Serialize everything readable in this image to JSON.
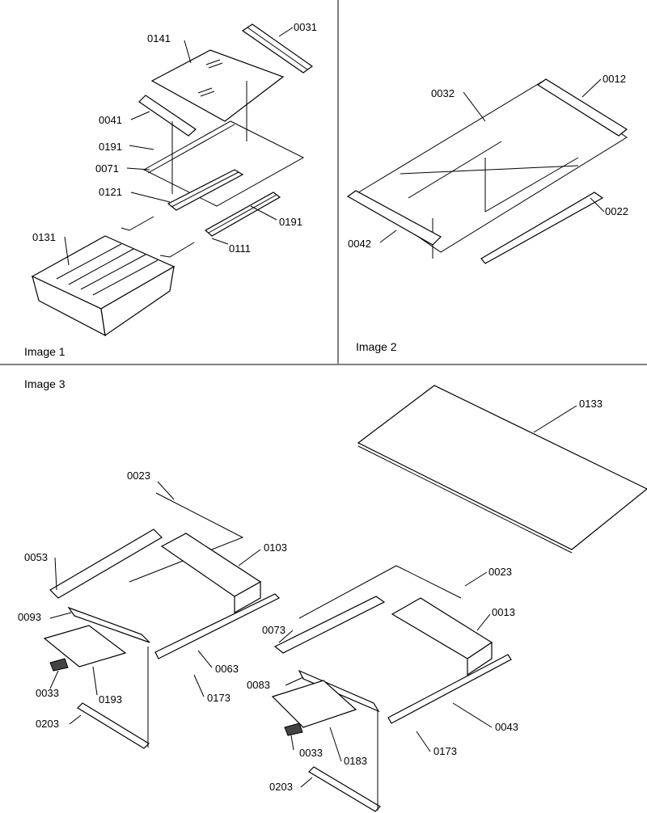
{
  "panels": {
    "image1": {
      "caption": "Image 1"
    },
    "image2": {
      "caption": "Image 2"
    },
    "image3": {
      "caption": "Image 3"
    }
  },
  "labels": {
    "p0141": "0141",
    "p0031": "0031",
    "p0041": "0041",
    "p0191a": "0191",
    "p0071": "0071",
    "p0121": "0121",
    "p0191b": "0191",
    "p0131": "0131",
    "p0111": "0111",
    "p0032": "0032",
    "p0012": "0012",
    "p0042": "0042",
    "p0022": "0022",
    "p0133": "0133",
    "p0023a": "0023",
    "p0053": "0053",
    "p0103": "0103",
    "p0093": "0093",
    "p0063": "0063",
    "p0033a": "0033",
    "p0193": "0193",
    "p0173a": "0173",
    "p0203a": "0203",
    "p0023b": "0023",
    "p0073": "0073",
    "p0013": "0013",
    "p0083": "0083",
    "p0043": "0043",
    "p0033b": "0033",
    "p0183": "0183",
    "p0173b": "0173",
    "p0203b": "0203"
  }
}
